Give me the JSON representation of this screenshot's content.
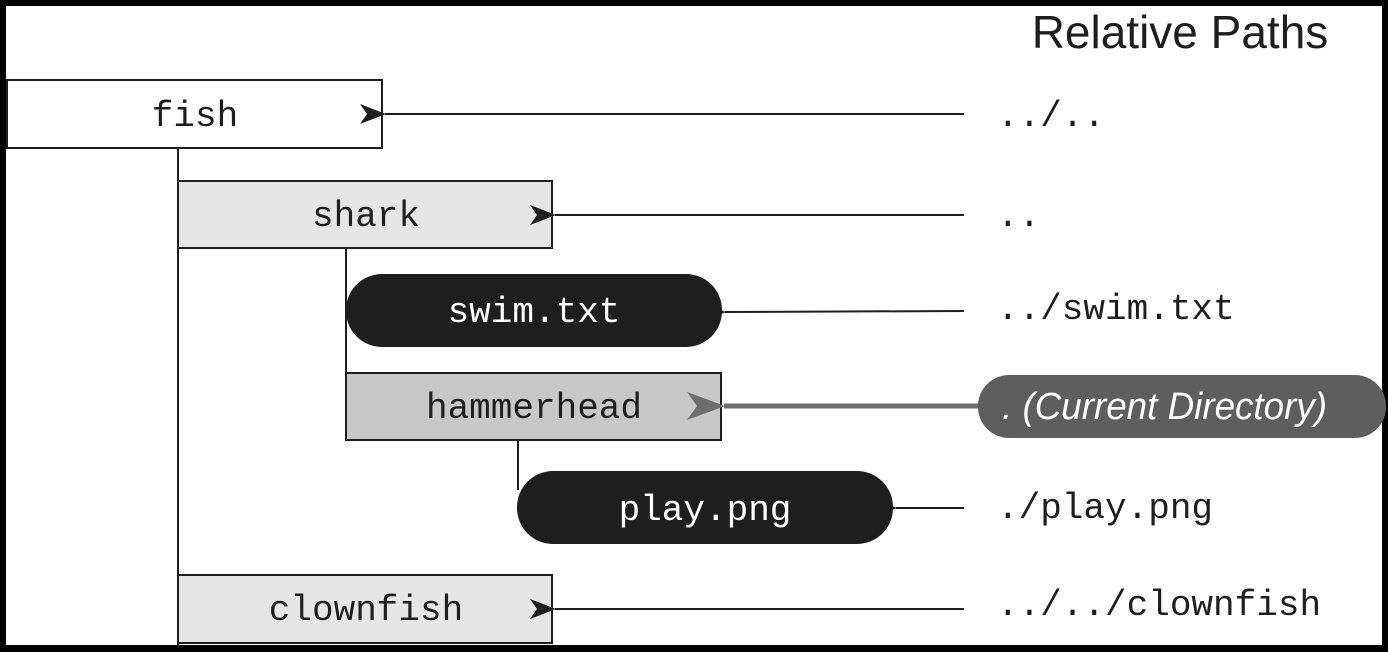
{
  "heading": "Relative Paths",
  "nodes": {
    "fish": "fish",
    "shark": "shark",
    "swim": "swim.txt",
    "hammerhead": "hammerhead",
    "play": "play.png",
    "clownfish": "clownfish"
  },
  "paths": {
    "fish": "../..",
    "shark": "..",
    "swim": "../swim.txt",
    "hammerhead": ". (Current Directory)",
    "play": "./play.png",
    "clownfish": "../../clownfish"
  },
  "colors": {
    "page_border": "#000000",
    "background": "#ffffff",
    "directory_light": "#e6e6e6",
    "directory_current": "#c8c8c8",
    "file": "#1e1e1e",
    "current_label": "#5e5e5e",
    "arrow": "#1e1e1e",
    "arrow_current": "#6e6e6e"
  },
  "icons": {
    "arrow": "arrow-left-icon"
  }
}
